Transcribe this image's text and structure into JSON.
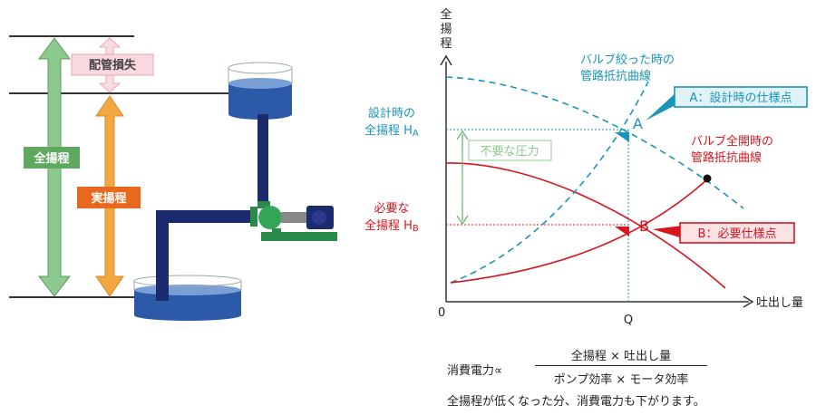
{
  "left": {
    "pipe_loss": "配管損失",
    "total_head": "全揚程",
    "actual_head": "実揚程"
  },
  "chart": {
    "y_axis_label": "全揚程",
    "x_axis_label": "吐出し量",
    "origin": "0",
    "q_tick": "Q",
    "design_head_line1": "設計時の",
    "design_head_line2": "全揚程 H",
    "design_head_sub": "A",
    "req_head_line1": "必要な",
    "req_head_line2": "全揚程 H",
    "req_head_sub": "B",
    "unneeded_pressure": "不要な圧力",
    "throttled_curve_line1": "バルブ絞った時の",
    "throttled_curve_line2": "管路抵抗曲線",
    "open_curve_line1": "バルブ全開時の",
    "open_curve_line2": "管路抵抗曲線",
    "point_a": "A",
    "point_b": "B",
    "callout_a": "A：設計時の仕様点",
    "callout_b": "B：必要仕様点"
  },
  "formula": {
    "lhs": "消費電力∝",
    "numerator": "全揚程 × 吐出し量",
    "denominator": "ポンプ効率 × モータ効率",
    "note": "全揚程が低くなった分、消費電力も下がります。"
  },
  "colors": {
    "teal": "#1a94b8",
    "red": "#d8141e",
    "green": "#6db56e",
    "orange": "#e8902a",
    "navy": "#1c2a6e",
    "water": "#2d5aa8"
  }
}
